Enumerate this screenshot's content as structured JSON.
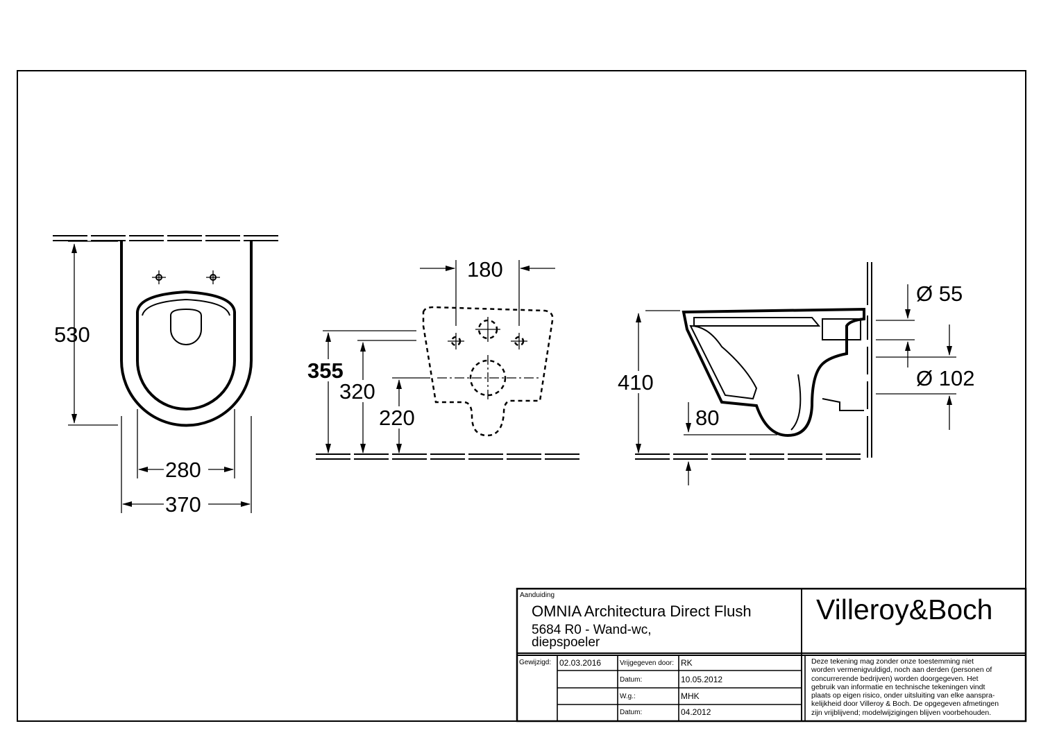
{
  "drawing": {
    "dimensions": {
      "top_view": {
        "depth": "530",
        "inner_width": "280",
        "outer_width": "370"
      },
      "wall_view": {
        "spacing": "180",
        "h1": "355",
        "h2": "320",
        "h3": "220"
      },
      "side_view": {
        "height": "410",
        "offset": "80",
        "dia_small": "Ø 55",
        "dia_large": "Ø 102"
      }
    }
  },
  "title_block": {
    "label_aanduiding": "Aanduiding",
    "product_line1": "OMNIA Architectura Direct Flush",
    "product_line2": "5684 R0 - Wand-wc,",
    "product_line3": "diepspoeler",
    "brand": "Villeroy&Boch",
    "label_gewijzigd": "Gewijzigd:",
    "gewijzigd_date": "02.03.2016",
    "label_vrijgegeven": "Vrijgegeven door:",
    "vrijgegeven_value": "RK",
    "label_datum1": "Datum:",
    "datum1_value": "10.05.2012",
    "label_wg": "W.g.:",
    "wg_value": "MHK",
    "label_datum2": "Datum:",
    "datum2_value": "04.2012",
    "disclaimer": [
      "Deze tekening mag zonder onze toestemming niet",
      "worden vermenigvuldigd, noch aan derden  (personen of",
      "concurrerende bedrijven) worden doorgegeven. Het",
      "gebruik van informatie en technische tekeningen  vindt",
      "plaats op eigen risico, onder uitsluiting van elke aanspra-",
      "kelijkheid door Villeroy & Boch. De opgegeven afmetingen",
      "zijn vrijblijvend; modelwijzigingen blijven voorbehouden."
    ]
  }
}
